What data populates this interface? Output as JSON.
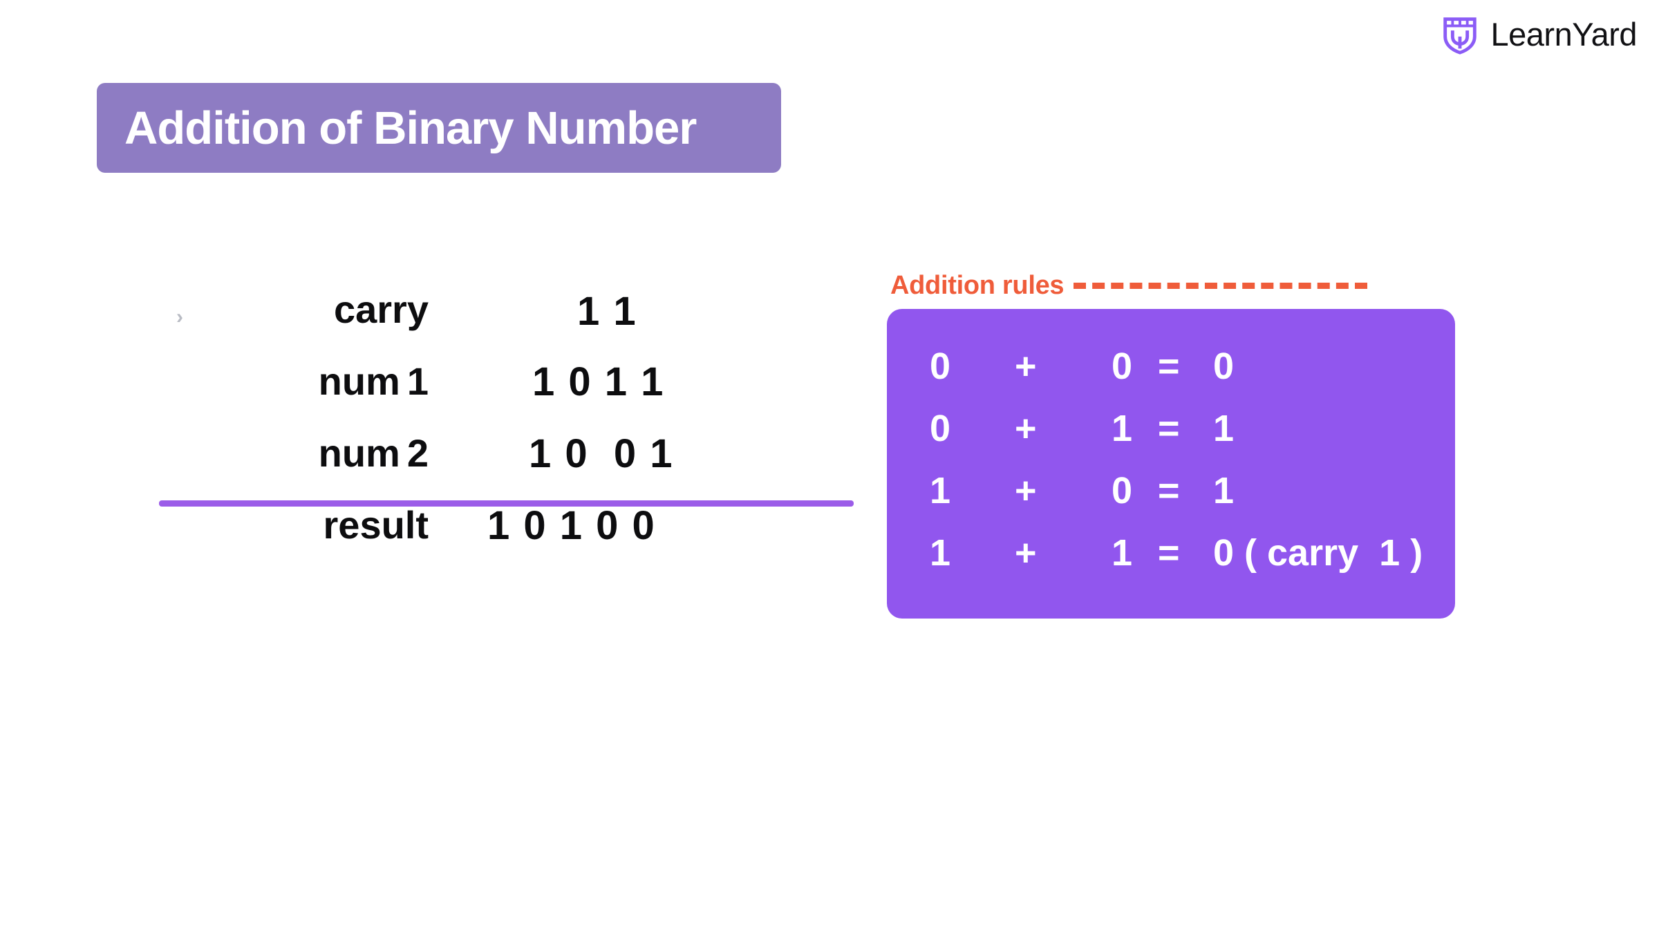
{
  "brand": {
    "name": "LearnYard",
    "mark_icon": "shield-logo-icon",
    "mark_color": "#8B5CF6"
  },
  "title": {
    "text": "Addition of Binary  Number",
    "background": "#8E7CC3",
    "text_color": "#FFFFFF"
  },
  "calculation": {
    "rows": [
      {
        "label": "carry",
        "label_suffix": "",
        "digits": "1 1",
        "has_chevron": true
      },
      {
        "label": "num",
        "label_suffix": "1",
        "digits": "1 0 1 1",
        "has_chevron": false
      },
      {
        "label": "num",
        "label_suffix": "2",
        "digits": "1 0  0 1",
        "has_chevron": false
      },
      {
        "label": "result",
        "label_suffix": "",
        "digits": "1 0 1 0 0",
        "has_chevron": false
      }
    ],
    "rule_line_color": "#9B5CE8",
    "chevron_glyph": "›",
    "text_color": "#0D0D0F"
  },
  "rules": {
    "heading": "Addition rules",
    "heading_color": "#EF5C3A",
    "dash_color": "#EF5C3A",
    "card_background": "#9156EE",
    "card_text_color": "#FFFFFF",
    "items": [
      {
        "a": "0",
        "op": "+",
        "b": "0",
        "eq": "=",
        "result": "0"
      },
      {
        "a": "0",
        "op": "+",
        "b": "1",
        "eq": "=",
        "result": "1"
      },
      {
        "a": "1",
        "op": "+",
        "b": "0",
        "eq": "=",
        "result": "1"
      },
      {
        "a": "1",
        "op": "+",
        "b": "1",
        "eq": "=",
        "result": "0 ( carry  1 )"
      }
    ]
  }
}
